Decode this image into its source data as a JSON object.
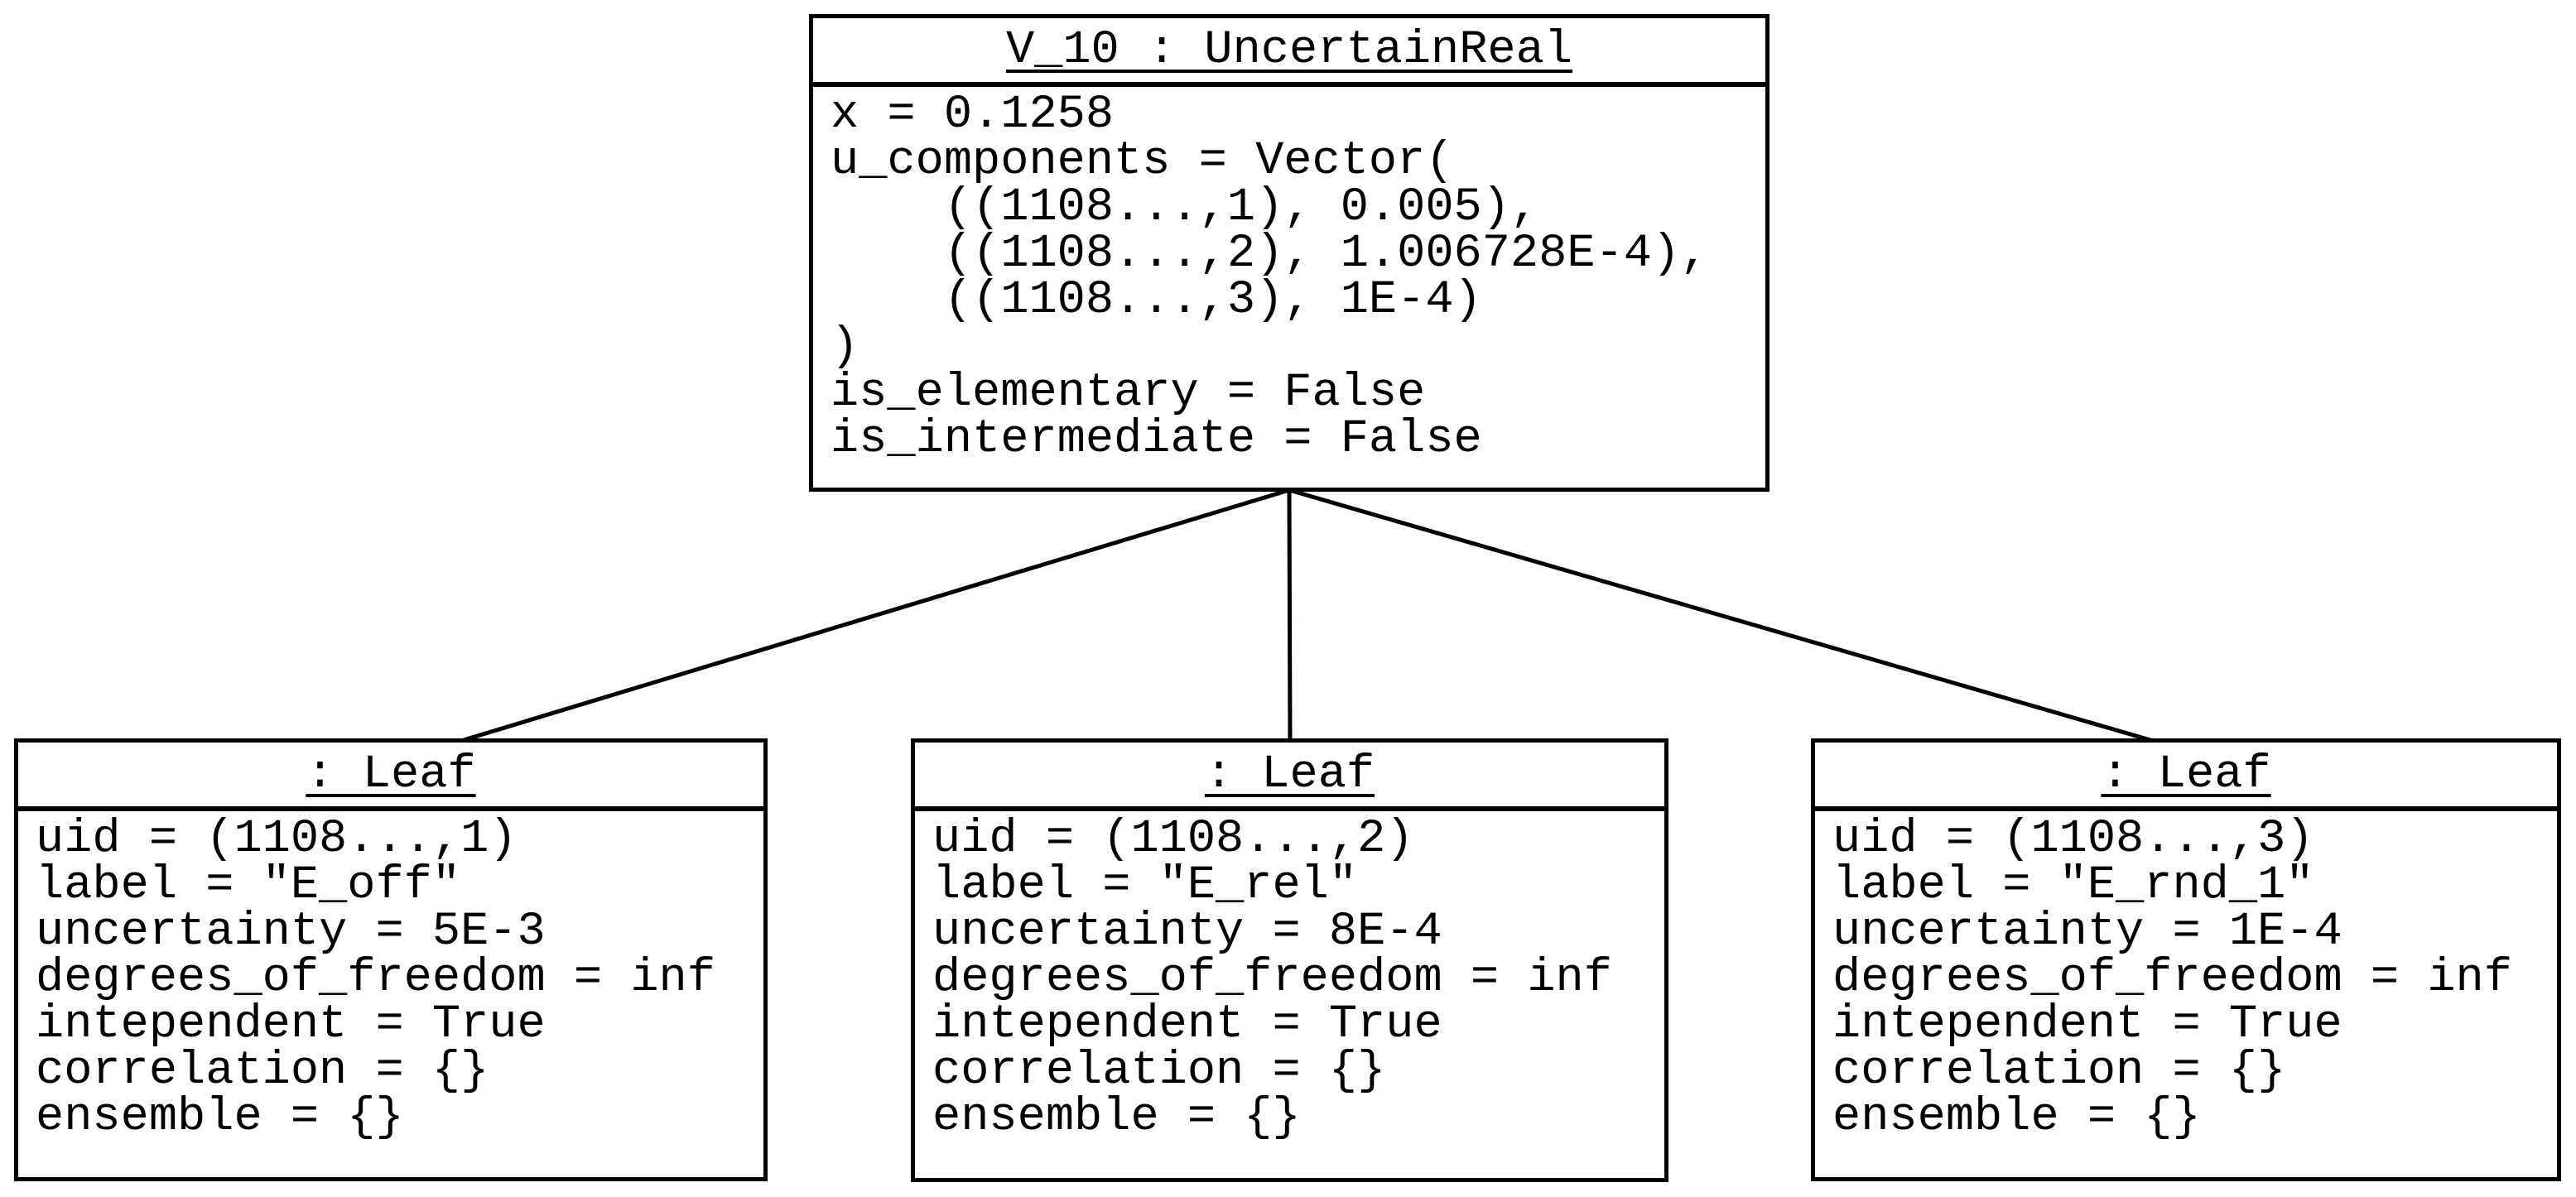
{
  "diagram": {
    "type": "uml-object-diagram",
    "colors": {
      "background": "#ffffff",
      "border": "#000000",
      "text": "#000000",
      "edge": "#000000"
    },
    "nodes": {
      "root": {
        "title": "V_10 : UncertainReal",
        "lines": [
          "x = 0.1258",
          "u_components = Vector(",
          "    ((1108...,1), 0.005),",
          "    ((1108...,2), 1.006728E-4),",
          "    ((1108...,3), 1E-4)",
          ")",
          "is_elementary = False",
          "is_intermediate = False"
        ]
      },
      "leaf1": {
        "title": ": Leaf",
        "lines": [
          "uid = (1108...,1)",
          "label = \"E_off\"",
          "uncertainty = 5E-3",
          "degrees_of_freedom = inf",
          "intependent = True",
          "correlation = {}",
          "ensemble = {}"
        ]
      },
      "leaf2": {
        "title": ": Leaf",
        "lines": [
          "uid = (1108...,2)",
          "label = \"E_rel\"",
          "uncertainty = 8E-4",
          "degrees_of_freedom = inf",
          "intependent = True",
          "correlation = {}",
          "ensemble = {}"
        ]
      },
      "leaf3": {
        "title": ": Leaf",
        "lines": [
          "uid = (1108...,3)",
          "label = \"E_rnd_1\"",
          "uncertainty = 1E-4",
          "degrees_of_freedom = inf",
          "intependent = True",
          "correlation = {}",
          "ensemble = {}"
        ]
      }
    },
    "edges": [
      {
        "from": "root",
        "to": "leaf1"
      },
      {
        "from": "root",
        "to": "leaf2"
      },
      {
        "from": "root",
        "to": "leaf3"
      }
    ]
  }
}
